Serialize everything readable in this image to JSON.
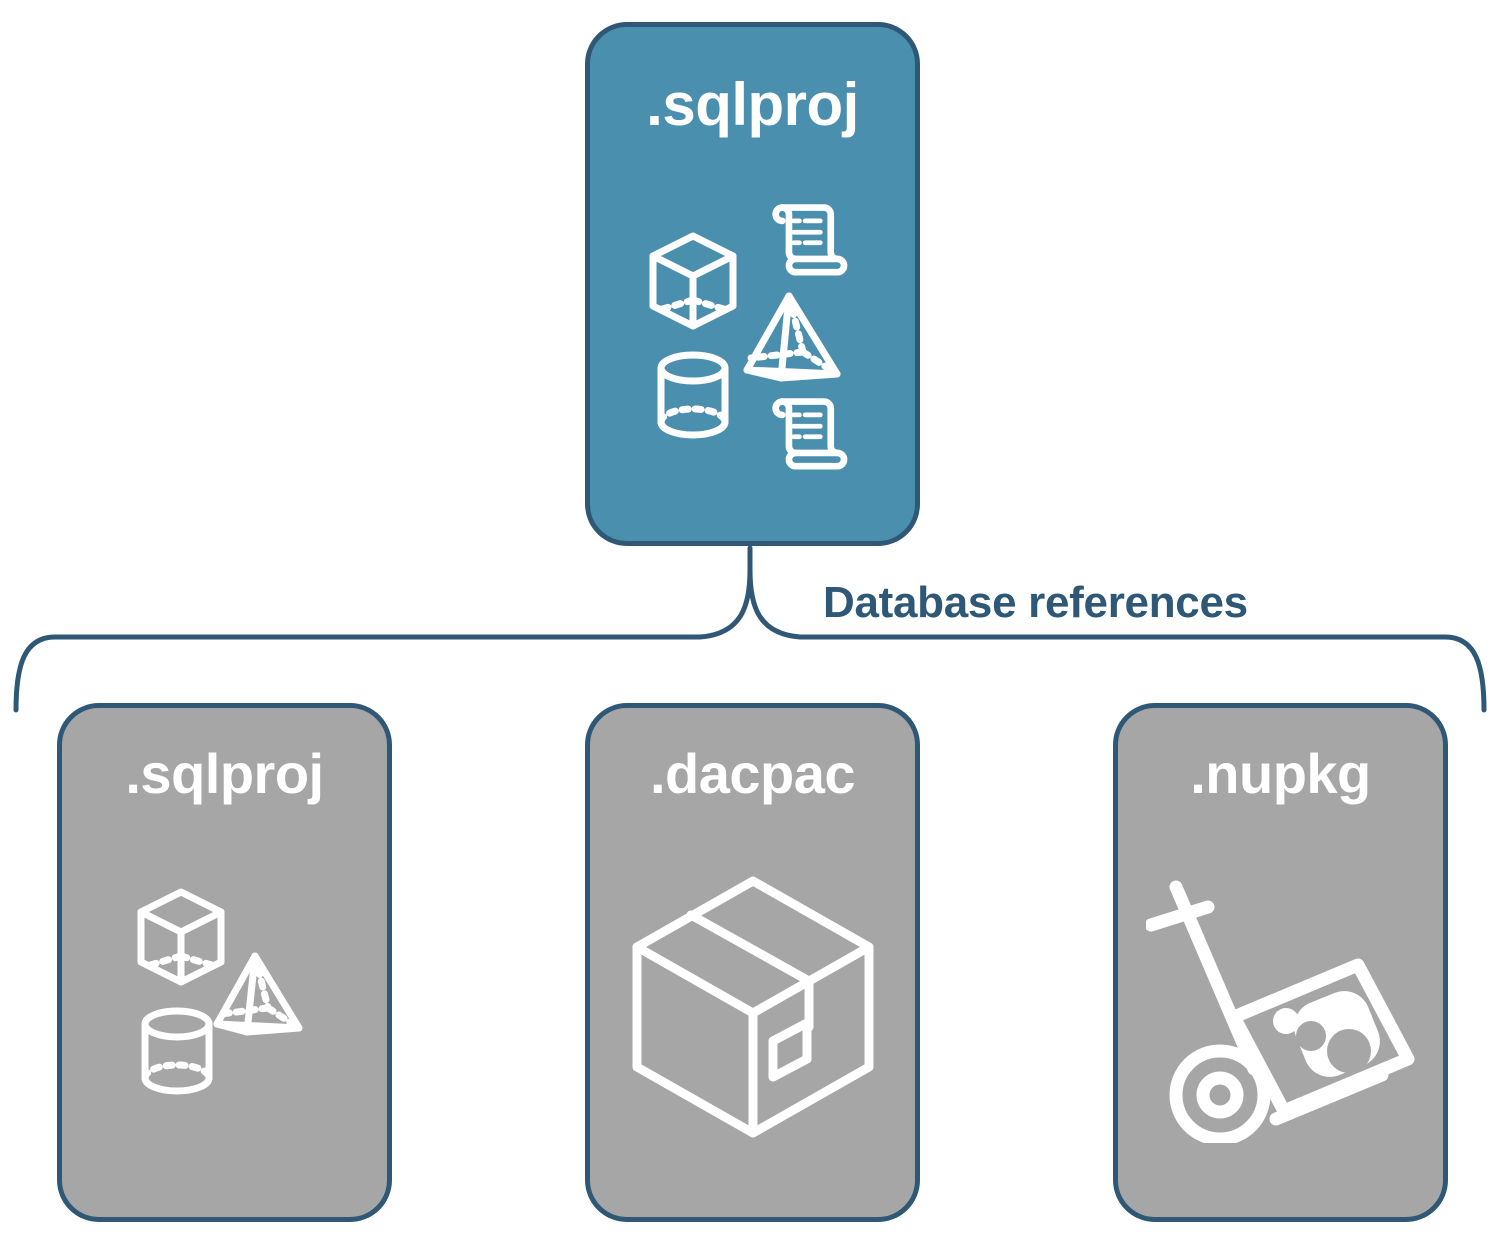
{
  "diagram": {
    "title": "Database references",
    "type": "tree-diagram",
    "colors": {
      "primary_fill": "#4A8FAE",
      "secondary_fill": "#A6A6A6",
      "stroke": "#2E5876",
      "icon": "#FFFFFF",
      "background": "#FFFFFF"
    }
  },
  "root_node": {
    "label": ".sqlproj",
    "fill": "#4A8FAE",
    "icons": [
      "scroll-icon",
      "cube-icon",
      "pyramid-icon",
      "cylinder-icon",
      "scroll-icon"
    ]
  },
  "connector": {
    "label": "Database references",
    "style": "curly-brace",
    "color": "#2E5876"
  },
  "child_nodes": [
    {
      "label": ".sqlproj",
      "fill": "#A6A6A6",
      "icons": [
        "cube-icon",
        "pyramid-icon",
        "cylinder-icon"
      ]
    },
    {
      "label": ".dacpac",
      "fill": "#A6A6A6",
      "icons": [
        "package-box-icon"
      ]
    },
    {
      "label": ".nupkg",
      "fill": "#A6A6A6",
      "icons": [
        "hand-truck-icon"
      ]
    }
  ]
}
